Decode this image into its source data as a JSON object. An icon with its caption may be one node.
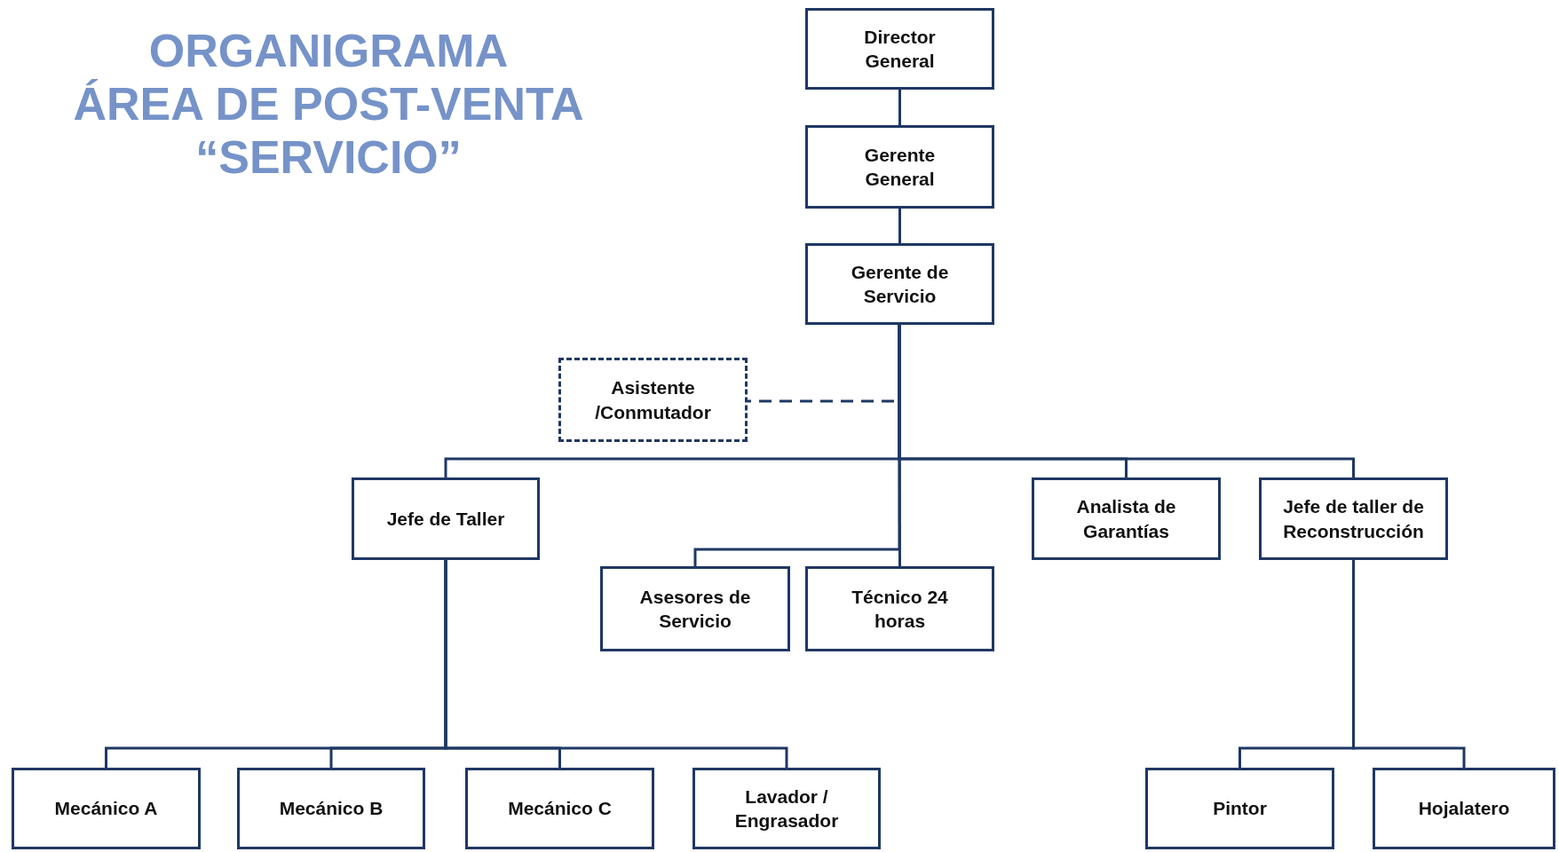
{
  "diagram": {
    "title": "ORGANIGRAMA ÁREA DE POST-VENTA “SERVICIO”",
    "nodes": [
      {
        "text": [
          "Director General"
        ]
      },
      {
        "text": [
          "Gerente General"
        ]
      },
      {
        "text": [
          "Gerente de Servicio"
        ]
      },
      {
        "text": [
          "Asistente /Conmutador"
        ]
      },
      {
        "text": [
          "Jefe de Taller"
        ]
      },
      {
        "text": [
          "Asesores de Servicio"
        ]
      },
      {
        "text": [
          "Técnico 24 horas"
        ]
      },
      {
        "text": [
          "Analista de Garantías"
        ]
      },
      {
        "text": [
          "Jefe de taller de Reconstrucción"
        ]
      },
      {
        "text": [
          "Mecánico A"
        ]
      },
      {
        "text": [
          "Mecánico B"
        ]
      },
      {
        "text": [
          "Mecánico C"
        ]
      },
      {
        "text": [
          "Lavador / Engrasador"
        ]
      },
      {
        "text": [
          "Pintor"
        ]
      },
      {
        "text": [
          "Hojalatero"
        ]
      }
    ],
    "edges": [
      {
        "from": 0,
        "to": 1,
        "arrow": "none"
      },
      {
        "from": 1,
        "to": 2,
        "arrow": "none"
      },
      {
        "from": 2,
        "to": 3,
        "arrow": "none",
        "style": "dashed"
      },
      {
        "from": 2,
        "to": 4,
        "arrow": "none"
      },
      {
        "from": 2,
        "to": 5,
        "arrow": "none"
      },
      {
        "from": 2,
        "to": 6,
        "arrow": "none"
      },
      {
        "from": 2,
        "to": 7,
        "arrow": "none"
      },
      {
        "from": 2,
        "to": 8,
        "arrow": "none"
      },
      {
        "from": 4,
        "to": 9,
        "arrow": "none"
      },
      {
        "from": 4,
        "to": 10,
        "arrow": "none"
      },
      {
        "from": 4,
        "to": 11,
        "arrow": "none"
      },
      {
        "from": 4,
        "to": 12,
        "arrow": "none"
      },
      {
        "from": 8,
        "to": 13,
        "arrow": "none"
      },
      {
        "from": 8,
        "to": 14,
        "arrow": "none"
      }
    ]
  }
}
